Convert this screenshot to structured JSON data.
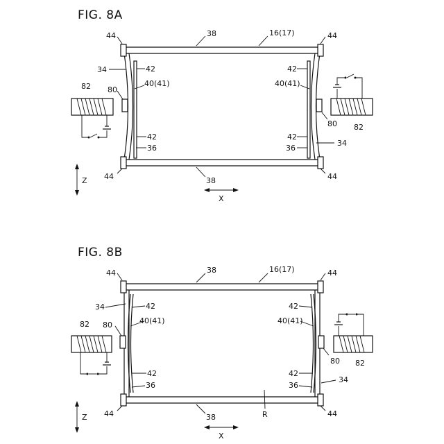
{
  "figures": [
    {
      "id": "A",
      "title": "FIG. 8A",
      "labels": {
        "frame_ref": "16(17)",
        "top_bar": "38",
        "bottom_bar": "38",
        "corner_tl": "44",
        "corner_tr": "44",
        "corner_bl": "44",
        "corner_br": "44",
        "left_side": "34",
        "right_side": "34",
        "left_upper_pin": "42",
        "left_lower_pin": "42",
        "right_upper_pin": "42",
        "right_lower_pin": "42",
        "left_plate": "40(41)",
        "right_plate": "40(41)",
        "left_bar36": "36",
        "right_bar36": "36",
        "left_block": "80",
        "right_block": "80",
        "left_coil": "82",
        "right_coil": "82"
      },
      "axes": {
        "z": "Z",
        "x": "X"
      }
    },
    {
      "id": "B",
      "title": "FIG. 8B",
      "labels": {
        "frame_ref": "16(17)",
        "top_bar": "38",
        "bottom_bar": "38",
        "corner_tl": "44",
        "corner_tr": "44",
        "corner_bl": "44",
        "corner_br": "44",
        "left_side": "34",
        "right_side": "34",
        "left_upper_pin": "42",
        "left_lower_pin": "42",
        "right_upper_pin": "42",
        "right_lower_pin": "42",
        "left_plate": "40(41)",
        "right_plate": "40(41)",
        "left_bar36": "36",
        "right_bar36": "36",
        "left_block": "80",
        "right_block": "80",
        "left_coil": "82",
        "right_coil": "82",
        "region": "R"
      },
      "axes": {
        "z": "Z",
        "x": "X"
      }
    }
  ]
}
